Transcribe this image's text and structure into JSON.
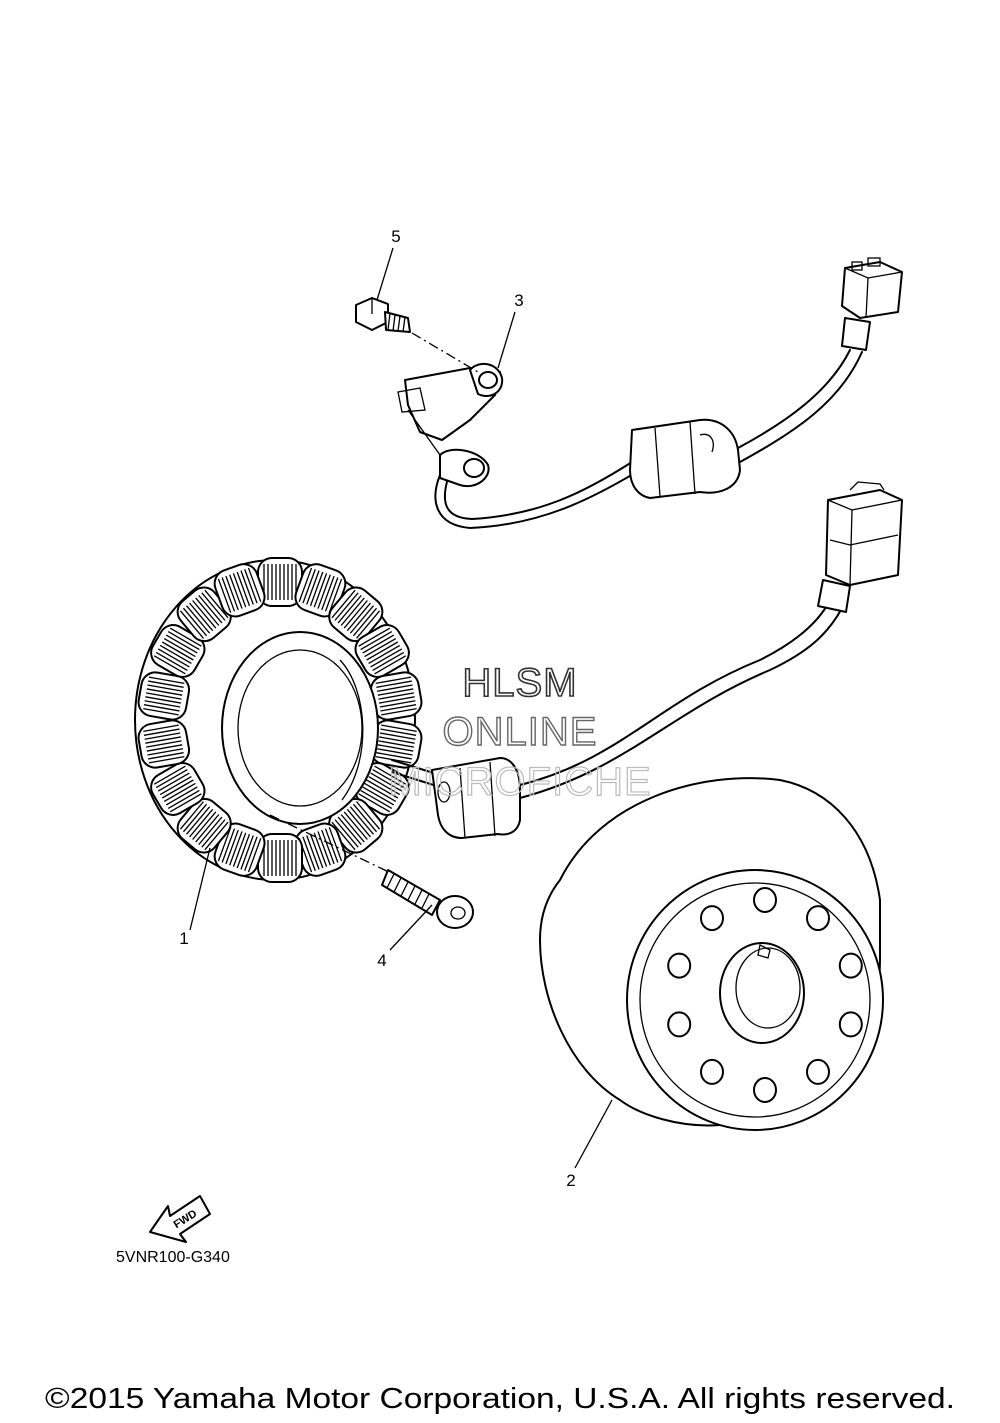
{
  "diagram": {
    "callouts": [
      {
        "id": "1",
        "label": "1"
      },
      {
        "id": "2",
        "label": "2"
      },
      {
        "id": "3",
        "label": "3"
      },
      {
        "id": "4",
        "label": "4"
      },
      {
        "id": "5",
        "label": "5"
      }
    ],
    "fwd_label": "FWD",
    "part_code": "5VNR100-G340",
    "watermark": [
      "HLSM",
      "ONLINE",
      "MICROFICHE"
    ],
    "copyright": "©2015 Yamaha Motor Corporation, U.S.A. All rights reserved."
  }
}
